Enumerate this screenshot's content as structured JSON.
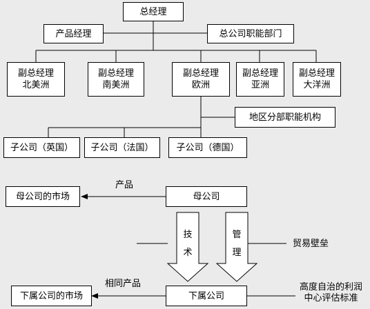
{
  "org_chart": {
    "ceo": "总经理",
    "product_manager": "产品经理",
    "hq_functions": "总公司职能部门",
    "vps": [
      {
        "line1": "副总经理",
        "line2": "北美洲"
      },
      {
        "line1": "副总经理",
        "line2": "南美洲"
      },
      {
        "line1": "副总经理",
        "line2": "欧洲"
      },
      {
        "line1": "副总经理",
        "line2": "亚洲"
      },
      {
        "line1": "副总经理",
        "line2": "大洋洲"
      }
    ],
    "regional_functions": "地区分部职能机构",
    "subsidiaries": [
      "子公司（英国）",
      "子公司（法国）",
      "子公司（德国）"
    ]
  },
  "flow_chart": {
    "parent_market": "母公司的市场",
    "product_label": "产品",
    "parent_company": "母公司",
    "technology": [
      "技",
      "术"
    ],
    "management": [
      "管",
      "理"
    ],
    "trade_barrier": "贸易壁垒",
    "subsidiary_market": "下属公司的市场",
    "same_product_label": "相同产品",
    "subsidiary": "下属公司",
    "profit_standard_line1": "高度自治的利润",
    "profit_standard_line2": "中心评估标准"
  }
}
